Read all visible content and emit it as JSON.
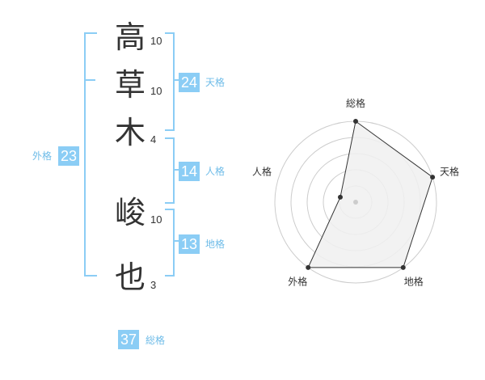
{
  "name": {
    "chars": [
      {
        "char": "高",
        "strokes": "10"
      },
      {
        "char": "草",
        "strokes": "10"
      },
      {
        "char": "木",
        "strokes": "4"
      },
      {
        "char": "峻",
        "strokes": "10"
      },
      {
        "char": "也",
        "strokes": "3"
      }
    ]
  },
  "grids": {
    "tenkaku": {
      "label": "天格",
      "value": "24"
    },
    "jinkaku": {
      "label": "人格",
      "value": "14"
    },
    "chikaku": {
      "label": "地格",
      "value": "13"
    },
    "gaikaku": {
      "label": "外格",
      "value": "23"
    },
    "soukaku": {
      "label": "総格",
      "value": "37"
    }
  },
  "chart_data": {
    "type": "radar",
    "axes": [
      "総格",
      "天格",
      "地格",
      "外格",
      "人格"
    ],
    "values": [
      5,
      5,
      5,
      5,
      1
    ],
    "max": 5,
    "rings": 5,
    "colors": {
      "ring": "#cccccc",
      "fill": "#f0f0f0",
      "line": "#333333",
      "center": "#cccccc"
    }
  }
}
